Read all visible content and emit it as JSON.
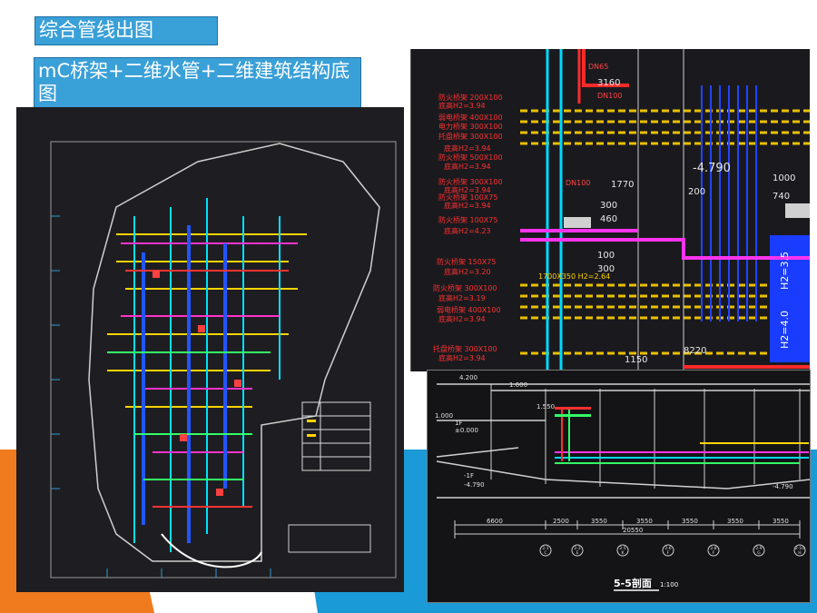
{
  "slide": {
    "title1": "综合管线出图",
    "title2": "mC桥架+二维水管+二维建筑结构底图",
    "colors": {
      "title_bg": "#3aa0d8",
      "accent_orange": "#f07a1e",
      "accent_blue": "#1a9ad6"
    }
  },
  "detail": {
    "labels": [
      {
        "name": "防火桥架 200X100",
        "elev": "底高H2=3.94"
      },
      {
        "name": "弱电桥架 400X100",
        "elev": ""
      },
      {
        "name": "电力桥架 300X100",
        "elev": ""
      },
      {
        "name": "托盘桥架 300X100",
        "elev": ""
      },
      {
        "name": "底高H2=3.94",
        "elev": ""
      },
      {
        "name": "防火桥架 500X100",
        "elev": "底高H2=3.94"
      },
      {
        "name": "防火桥架 300X100",
        "elev": "底高H2=3.94"
      },
      {
        "name": "防火桥架 100X75",
        "elev": "底高H2=3.94"
      },
      {
        "name": "防火桥架 100X75",
        "elev": "底高H2=4.23"
      },
      {
        "name": "防火桥架 150X75",
        "elev": "底高H2=3.20"
      },
      {
        "name": "防火桥架 300X100",
        "elev": "底高H2=3.19"
      },
      {
        "name": "弱电桥架 400X100",
        "elev": "底高H2=3.94"
      },
      {
        "name": "托盘桥架 300X100",
        "elev": "底高H2=3.94"
      }
    ],
    "dims": [
      "3160",
      "1770",
      "200",
      "300",
      "460",
      "100",
      "300",
      "-4.790",
      "1000",
      "740",
      "8220",
      "1150",
      "1700X350 H2=2.64"
    ],
    "tags": [
      "DN65",
      "DN100",
      "DN100",
      "H2=4.0",
      "H2=3.5"
    ]
  },
  "section": {
    "title": "5-5剖面",
    "scale": "1:100",
    "levels": [
      "4.200",
      "1.600",
      "1.550",
      "1.000",
      "±0.000",
      "-1F",
      "-4.790",
      "1F"
    ],
    "dims": [
      "6600",
      "2500",
      "3550",
      "3550",
      "3550",
      "3550",
      "3550"
    ],
    "total": "20550",
    "axes": [
      "2-1",
      "2-3",
      "2-5",
      "2-6",
      "2-8",
      "2-9",
      "2-10"
    ],
    "axis_letters": [
      "C",
      "E",
      "K",
      "F",
      "F",
      "G",
      "H"
    ]
  }
}
